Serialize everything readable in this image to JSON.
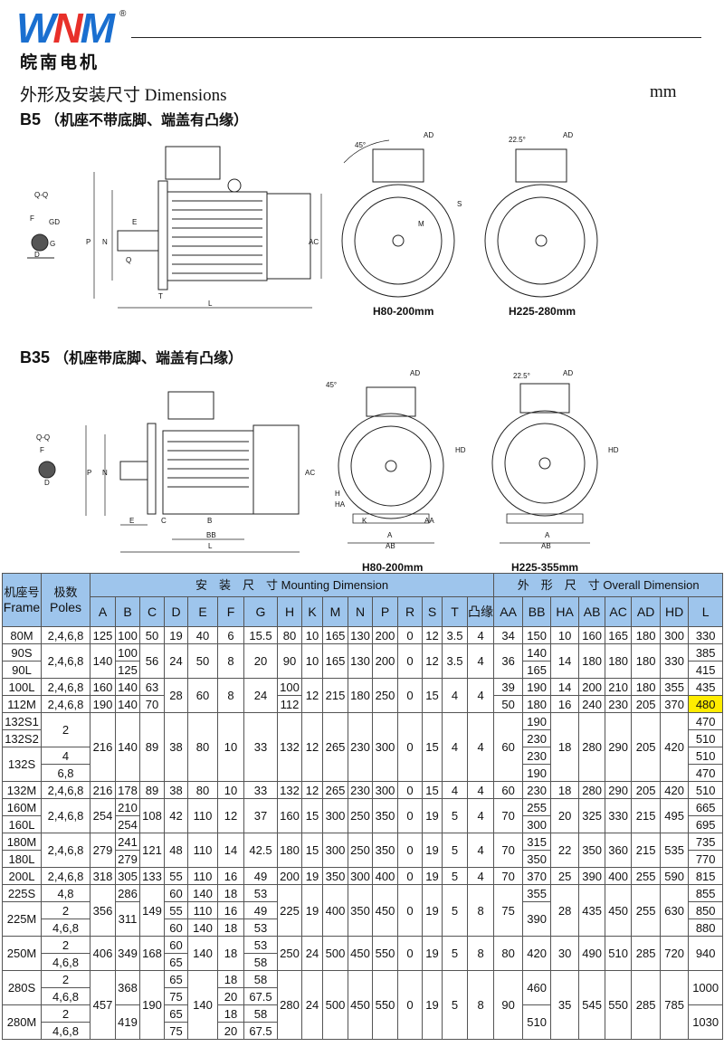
{
  "logo": {
    "mark_w": "W",
    "mark_n": "N",
    "mark_m": "M",
    "registered": "®",
    "company": "皖南电机"
  },
  "header": {
    "title": "外形及安装尺寸  Dimensions",
    "unit": "mm"
  },
  "sections": {
    "b5": {
      "code": "B5",
      "desc": "（机座不带底脚、端盖有凸缘）",
      "caption_small": "H80-200mm",
      "caption_large": "H225-280mm"
    },
    "b35": {
      "code": "B35",
      "desc": "（机座带底脚、端盖有凸缘）",
      "caption_small": "H80-200mm",
      "caption_large": "H225-355mm"
    }
  },
  "drawing_labels": {
    "qq": "Q-Q",
    "f": "F",
    "gd": "GD",
    "g": "G",
    "d": "D",
    "p": "P",
    "n": "N",
    "e": "E",
    "q": "Q",
    "t": "T",
    "l": "L",
    "ac": "AC",
    "ad": "AD",
    "m": "M",
    "s": "S",
    "angle45": "45°",
    "angle225": "22.5°",
    "hd": "HD",
    "h": "H",
    "ha": "HA",
    "k": "K",
    "a": "A",
    "ab": "AB",
    "aa": "AA",
    "b": "B",
    "bb": "BB",
    "c": "C"
  },
  "colors": {
    "header_bg": "#9ec5ec",
    "highlight": "#ffec00",
    "logo_blue": "#1a6fd0",
    "logo_red": "#e8302a"
  },
  "table": {
    "frame_header": "机座号\nFrame",
    "frame_cn": "机座号",
    "frame_en": "Frame",
    "poles_cn": "极数",
    "poles_en": "Poles",
    "mounting_header": "安　装　尺　寸 Mounting Dimension",
    "overall_header": "外　形　尺　寸 Overall Dimension",
    "mounting_cols": [
      "A",
      "B",
      "C",
      "D",
      "E",
      "F",
      "G",
      "H",
      "K",
      "M",
      "N",
      "P",
      "R",
      "S",
      "T",
      "凸缘孔数"
    ],
    "overall_cols": [
      "AA",
      "BB",
      "HA",
      "AB",
      "AC",
      "AD",
      "HD",
      "L"
    ],
    "highlight_cell": [
      4,
      "L"
    ],
    "rows": [
      [
        "80M",
        "2,4,6,8",
        "125",
        "100",
        "50",
        "19",
        "40",
        "6",
        "15.5",
        "80",
        "10",
        "165",
        "130",
        "200",
        "0",
        "12",
        "3.5",
        "4",
        "34",
        "150",
        "10",
        "160",
        "165",
        "180",
        "300",
        "330"
      ],
      [
        "90S",
        [
          "2,4,6,8",
          2
        ],
        [
          "140",
          2
        ],
        "100",
        [
          "56",
          2
        ],
        [
          "24",
          2
        ],
        [
          "50",
          2
        ],
        [
          "8",
          2
        ],
        [
          "20",
          2
        ],
        [
          "90",
          2
        ],
        [
          "10",
          2
        ],
        [
          "165",
          2
        ],
        [
          "130",
          2
        ],
        [
          "200",
          2
        ],
        [
          "0",
          2
        ],
        [
          "12",
          2
        ],
        [
          "3.5",
          2
        ],
        [
          "4",
          2
        ],
        [
          "36",
          2
        ],
        "140",
        [
          "14",
          2
        ],
        [
          "180",
          2
        ],
        [
          "180",
          2
        ],
        [
          "180",
          2
        ],
        [
          "330",
          2
        ],
        "385"
      ],
      [
        "90L",
        "125",
        "165",
        "415"
      ],
      [
        "100L",
        "2,4,6,8",
        "160",
        "140",
        "63",
        [
          "28",
          2
        ],
        [
          "60",
          2
        ],
        [
          "8",
          2
        ],
        [
          "24",
          2
        ],
        "100",
        [
          "12",
          2
        ],
        [
          "215",
          2
        ],
        [
          "180",
          2
        ],
        [
          "250",
          2
        ],
        [
          "0",
          2
        ],
        [
          "15",
          2
        ],
        [
          "4",
          2
        ],
        [
          "4",
          2
        ],
        "39",
        "190",
        "14",
        "200",
        "210",
        "180",
        "355",
        "435"
      ],
      [
        "112M",
        "2,4,6,8",
        "190",
        "140",
        "70",
        "112",
        "50",
        "180",
        "16",
        "240",
        "230",
        "205",
        "370",
        "480"
      ],
      [
        "132S1",
        [
          "2",
          2
        ],
        [
          "216",
          4
        ],
        [
          "140",
          4
        ],
        [
          "89",
          4
        ],
        [
          "38",
          4
        ],
        [
          "80",
          4
        ],
        [
          "10",
          4
        ],
        [
          "33",
          4
        ],
        [
          "132",
          4
        ],
        [
          "12",
          4
        ],
        [
          "265",
          4
        ],
        [
          "230",
          4
        ],
        [
          "300",
          4
        ],
        [
          "0",
          4
        ],
        [
          "15",
          4
        ],
        [
          "4",
          4
        ],
        [
          "4",
          4
        ],
        [
          "60",
          4
        ],
        "190",
        [
          "18",
          4
        ],
        [
          "280",
          4
        ],
        [
          "290",
          4
        ],
        [
          "205",
          4
        ],
        [
          "420",
          4
        ],
        "470"
      ],
      [
        "132S2",
        "230",
        "510"
      ],
      [
        [
          "132S",
          2
        ],
        "4",
        "230",
        "510"
      ],
      [
        "6,8",
        "190",
        "470"
      ],
      [
        "132M",
        "2,4,6,8",
        "216",
        "178",
        "89",
        "38",
        "80",
        "10",
        "33",
        "132",
        "12",
        "265",
        "230",
        "300",
        "0",
        "15",
        "4",
        "4",
        "60",
        "230",
        "18",
        "280",
        "290",
        "205",
        "420",
        "510"
      ],
      [
        "160M",
        [
          "2,4,6,8",
          2
        ],
        [
          "254",
          2
        ],
        "210",
        [
          "108",
          2
        ],
        [
          "42",
          2
        ],
        [
          "110",
          2
        ],
        [
          "12",
          2
        ],
        [
          "37",
          2
        ],
        [
          "160",
          2
        ],
        [
          "15",
          2
        ],
        [
          "300",
          2
        ],
        [
          "250",
          2
        ],
        [
          "350",
          2
        ],
        [
          "0",
          2
        ],
        [
          "19",
          2
        ],
        [
          "5",
          2
        ],
        [
          "4",
          2
        ],
        [
          "70",
          2
        ],
        "255",
        [
          "20",
          2
        ],
        [
          "325",
          2
        ],
        [
          "330",
          2
        ],
        [
          "215",
          2
        ],
        [
          "495",
          2
        ],
        "665"
      ],
      [
        "160L",
        "254",
        "300",
        "695"
      ],
      [
        "180M",
        [
          "2,4,6,8",
          2
        ],
        [
          "279",
          2
        ],
        "241",
        [
          "121",
          2
        ],
        [
          "48",
          2
        ],
        [
          "110",
          2
        ],
        [
          "14",
          2
        ],
        [
          "42.5",
          2
        ],
        [
          "180",
          2
        ],
        [
          "15",
          2
        ],
        [
          "300",
          2
        ],
        [
          "250",
          2
        ],
        [
          "350",
          2
        ],
        [
          "0",
          2
        ],
        [
          "19",
          2
        ],
        [
          "5",
          2
        ],
        [
          "4",
          2
        ],
        [
          "70",
          2
        ],
        "315",
        [
          "22",
          2
        ],
        [
          "350",
          2
        ],
        [
          "360",
          2
        ],
        [
          "215",
          2
        ],
        [
          "535",
          2
        ],
        "735"
      ],
      [
        "180L",
        "279",
        "350",
        "770"
      ],
      [
        "200L",
        "2,4,6,8",
        "318",
        "305",
        "133",
        "55",
        "110",
        "16",
        "49",
        "200",
        "19",
        "350",
        "300",
        "400",
        "0",
        "19",
        "5",
        "4",
        "70",
        "370",
        "25",
        "390",
        "400",
        "255",
        "590",
        "815"
      ],
      [
        "225S",
        "4,8",
        [
          "356",
          3
        ],
        "286",
        [
          "149",
          3
        ],
        "60",
        "140",
        "18",
        "53",
        [
          "225",
          3
        ],
        [
          "19",
          3
        ],
        [
          "400",
          3
        ],
        [
          "350",
          3
        ],
        [
          "450",
          3
        ],
        [
          "0",
          3
        ],
        [
          "19",
          3
        ],
        [
          "5",
          3
        ],
        [
          "8",
          3
        ],
        [
          "75",
          3
        ],
        "355",
        [
          "28",
          3
        ],
        [
          "435",
          3
        ],
        [
          "450",
          3
        ],
        [
          "255",
          3
        ],
        [
          "630",
          3
        ],
        "855"
      ],
      [
        [
          "225M",
          2
        ],
        "2",
        [
          "311",
          2
        ],
        "55",
        "110",
        "16",
        "49",
        [
          "390",
          2
        ],
        "850"
      ],
      [
        "4,6,8",
        "60",
        "140",
        "18",
        "53",
        "880"
      ],
      [
        [
          "250M",
          2
        ],
        "2",
        [
          "406",
          2
        ],
        [
          "349",
          2
        ],
        [
          "168",
          2
        ],
        "60",
        [
          "140",
          2
        ],
        [
          "18",
          2
        ],
        "53",
        [
          "250",
          2
        ],
        [
          "24",
          2
        ],
        [
          "500",
          2
        ],
        [
          "450",
          2
        ],
        [
          "550",
          2
        ],
        [
          "0",
          2
        ],
        [
          "19",
          2
        ],
        [
          "5",
          2
        ],
        [
          "8",
          2
        ],
        [
          "80",
          2
        ],
        [
          "420",
          2
        ],
        [
          "30",
          2
        ],
        [
          "490",
          2
        ],
        [
          "510",
          2
        ],
        [
          "285",
          2
        ],
        [
          "720",
          2
        ],
        [
          "940",
          2
        ]
      ],
      [
        "4,6,8",
        "65",
        "58"
      ],
      [
        [
          "280S",
          2
        ],
        "2",
        [
          "457",
          4
        ],
        [
          "368",
          2
        ],
        [
          "190",
          4
        ],
        "65",
        [
          "140",
          4
        ],
        "18",
        "58",
        [
          "280",
          4
        ],
        [
          "24",
          4
        ],
        [
          "500",
          4
        ],
        [
          "450",
          4
        ],
        [
          "550",
          4
        ],
        [
          "0",
          4
        ],
        [
          "19",
          4
        ],
        [
          "5",
          4
        ],
        [
          "8",
          4
        ],
        [
          "90",
          4
        ],
        [
          "460",
          2
        ],
        [
          "35",
          4
        ],
        [
          "545",
          4
        ],
        [
          "550",
          4
        ],
        [
          "285",
          4
        ],
        [
          "785",
          4
        ],
        [
          "1000",
          2
        ]
      ],
      [
        "4,6,8",
        "75",
        "20",
        "67.5"
      ],
      [
        [
          "280M",
          2
        ],
        "2",
        [
          "419",
          2
        ],
        "65",
        "18",
        "58",
        [
          "510",
          2
        ],
        [
          "1030",
          2
        ]
      ],
      [
        "4,6,8",
        "75",
        "20",
        "67.5"
      ]
    ]
  }
}
